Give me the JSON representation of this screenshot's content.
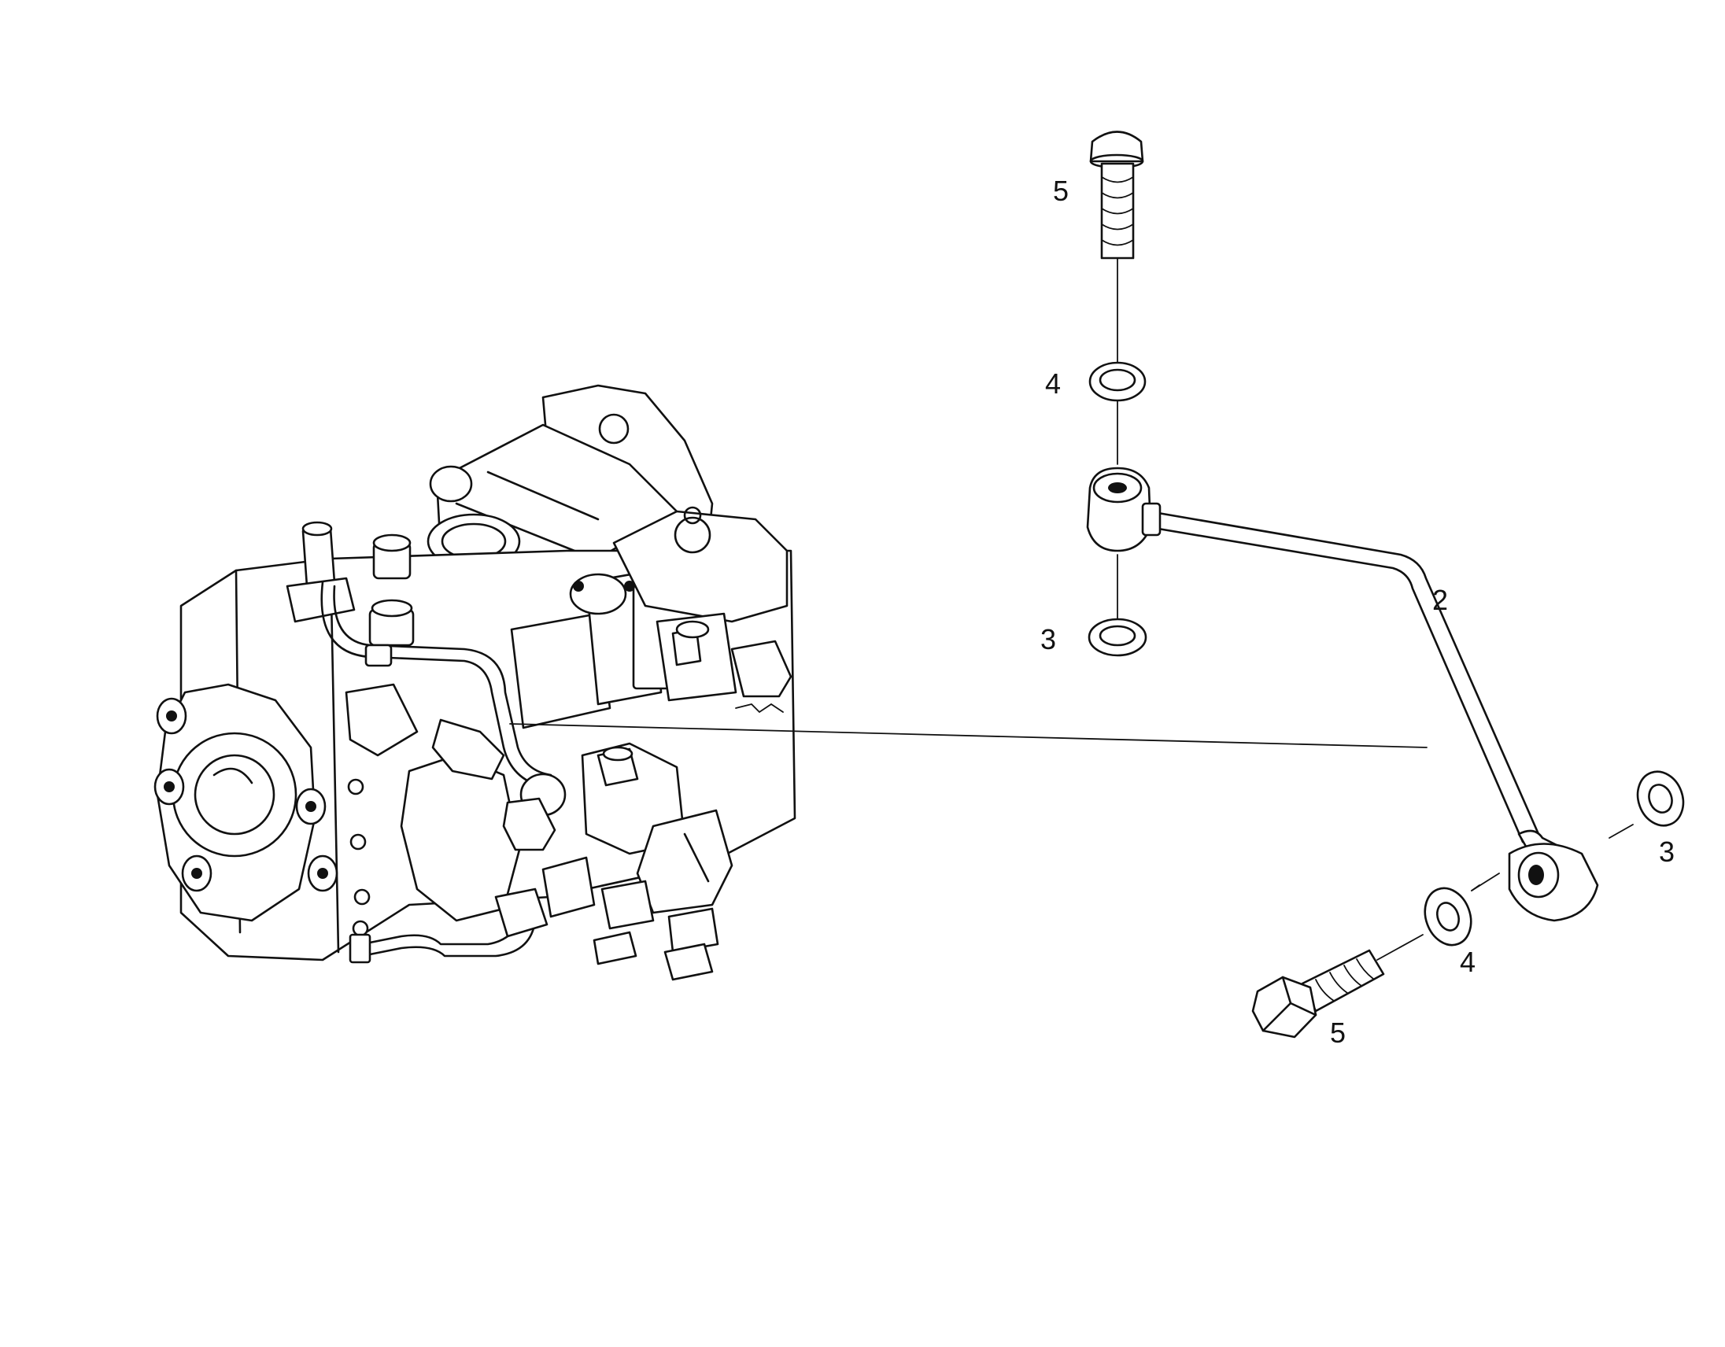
{
  "callouts": {
    "bolt_top": "5",
    "washer_top": "4",
    "seal_top": "3",
    "pipe": "2",
    "seal_right": "3",
    "washer_bottom": "4",
    "bolt_bottom": "5"
  },
  "colors": {
    "line": "#111111",
    "background": "#ffffff"
  }
}
